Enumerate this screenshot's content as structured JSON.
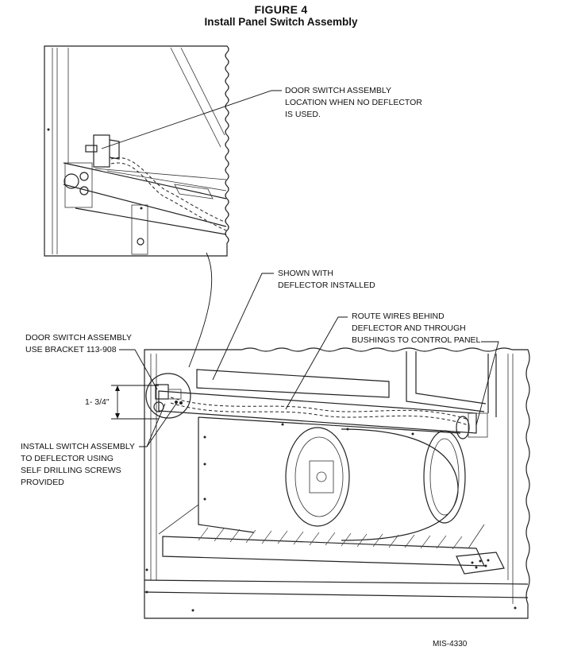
{
  "figure": {
    "number": "FIGURE 4",
    "title": "Install Panel Switch Assembly",
    "code": "MIS-4330"
  },
  "callouts": {
    "door_switch_location": [
      "DOOR SWITCH ASSEMBLY",
      "LOCATION WHEN NO DEFLECTOR",
      "IS USED."
    ],
    "shown_with_deflector": [
      "SHOWN WITH",
      "DEFLECTOR INSTALLED"
    ],
    "route_wires": [
      "ROUTE WIRES BEHIND",
      "DEFLECTOR AND THROUGH",
      "BUSHINGS TO CONTROL PANEL"
    ],
    "door_switch_bracket": [
      "DOOR SWITCH ASSEMBLY",
      "USE BRACKET 113-908"
    ],
    "dimension": "1- 3/4\"",
    "install_switch": [
      "INSTALL SWITCH ASSEMBLY",
      "TO DEFLECTOR USING",
      "SELF DRILLING SCREWS",
      "PROVIDED"
    ]
  },
  "colors": {
    "line": "#222222",
    "background": "#ffffff"
  }
}
